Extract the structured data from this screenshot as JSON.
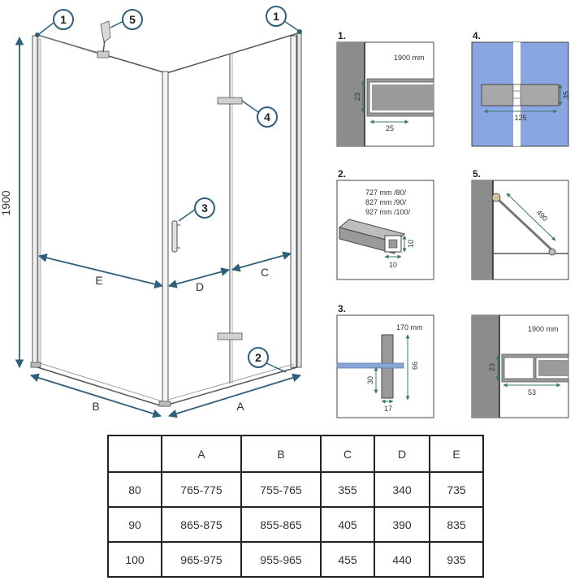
{
  "main": {
    "height_label": "1900",
    "width_labels": {
      "a": "A",
      "b": "B",
      "c": "C",
      "d": "D",
      "e": "E"
    },
    "callouts": [
      "1",
      "5",
      "1",
      "4",
      "3",
      "2"
    ]
  },
  "details": {
    "p1": {
      "num": "1.",
      "height": "1900 mm",
      "dim_v": "23",
      "dim_h": "25"
    },
    "p2": {
      "num": "2.",
      "lines": [
        "727 mm /80/",
        "827 mm /90/",
        "927 mm /100/"
      ],
      "dim_a": "10",
      "dim_b": "10"
    },
    "p3": {
      "num": "3.",
      "length": "170 mm",
      "dim_a": "30",
      "dim_b": "66",
      "dim_c": "17"
    },
    "p4": {
      "num": "4.",
      "dim_w": "125",
      "dim_h": "35"
    },
    "p5": {
      "num": "5.",
      "dim": "490"
    },
    "p6": {
      "height": "1900 mm",
      "dim_v": "23",
      "dim_h": "53"
    }
  },
  "table": {
    "headers": [
      "",
      "A",
      "B",
      "C",
      "D",
      "E"
    ],
    "rows": [
      [
        "80",
        "765-775",
        "755-765",
        "355",
        "340",
        "735"
      ],
      [
        "90",
        "865-875",
        "855-865",
        "405",
        "390",
        "835"
      ],
      [
        "100",
        "965-975",
        "955-965",
        "455",
        "440",
        "935"
      ]
    ]
  }
}
